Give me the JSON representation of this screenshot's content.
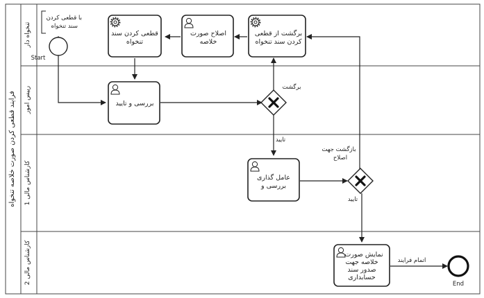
{
  "pool": {
    "label": "فرایند قطعی کردن صورت خلاصه تنخواه"
  },
  "lanes": [
    {
      "label": "تنخواه دار"
    },
    {
      "label": "رییس امور"
    },
    {
      "label": "کارشناس مالی 1"
    },
    {
      "label": "کارشناس مالی 2"
    }
  ],
  "start_event": {
    "label": "Start"
  },
  "end_event": {
    "label": "End"
  },
  "annotation": {
    "lines": [
      "با قطعی کردن",
      "سند تنخواه"
    ]
  },
  "tasks": {
    "finalize_doc": {
      "type": "service",
      "lines": [
        "قطعی کردن سند",
        "تنخواه"
      ]
    },
    "fix_summary": {
      "type": "user",
      "lines": [
        "اصلاح صورت",
        "خلاصه"
      ]
    },
    "return_from_finalize": {
      "type": "service",
      "lines": [
        "برگشت از قطعی",
        "کردن سند تنخواه"
      ]
    },
    "review_approve": {
      "type": "user",
      "lines": [
        "بررسی و تایید"
      ]
    },
    "agent_review": {
      "type": "user",
      "lines": [
        "عامل گذاری",
        "بررسی و"
      ]
    },
    "show_summary": {
      "type": "user",
      "lines": [
        "نمایش صورت",
        "خلاصه جهت",
        "صدور سند",
        "حسابداری"
      ]
    }
  },
  "flow_labels": {
    "return": "برگشت",
    "approve_1": "تایید",
    "return_for_fix": [
      "بازگشت جهت",
      "اصلاح"
    ],
    "approve_2": "تایید",
    "end_process": "اتمام فرایند"
  }
}
